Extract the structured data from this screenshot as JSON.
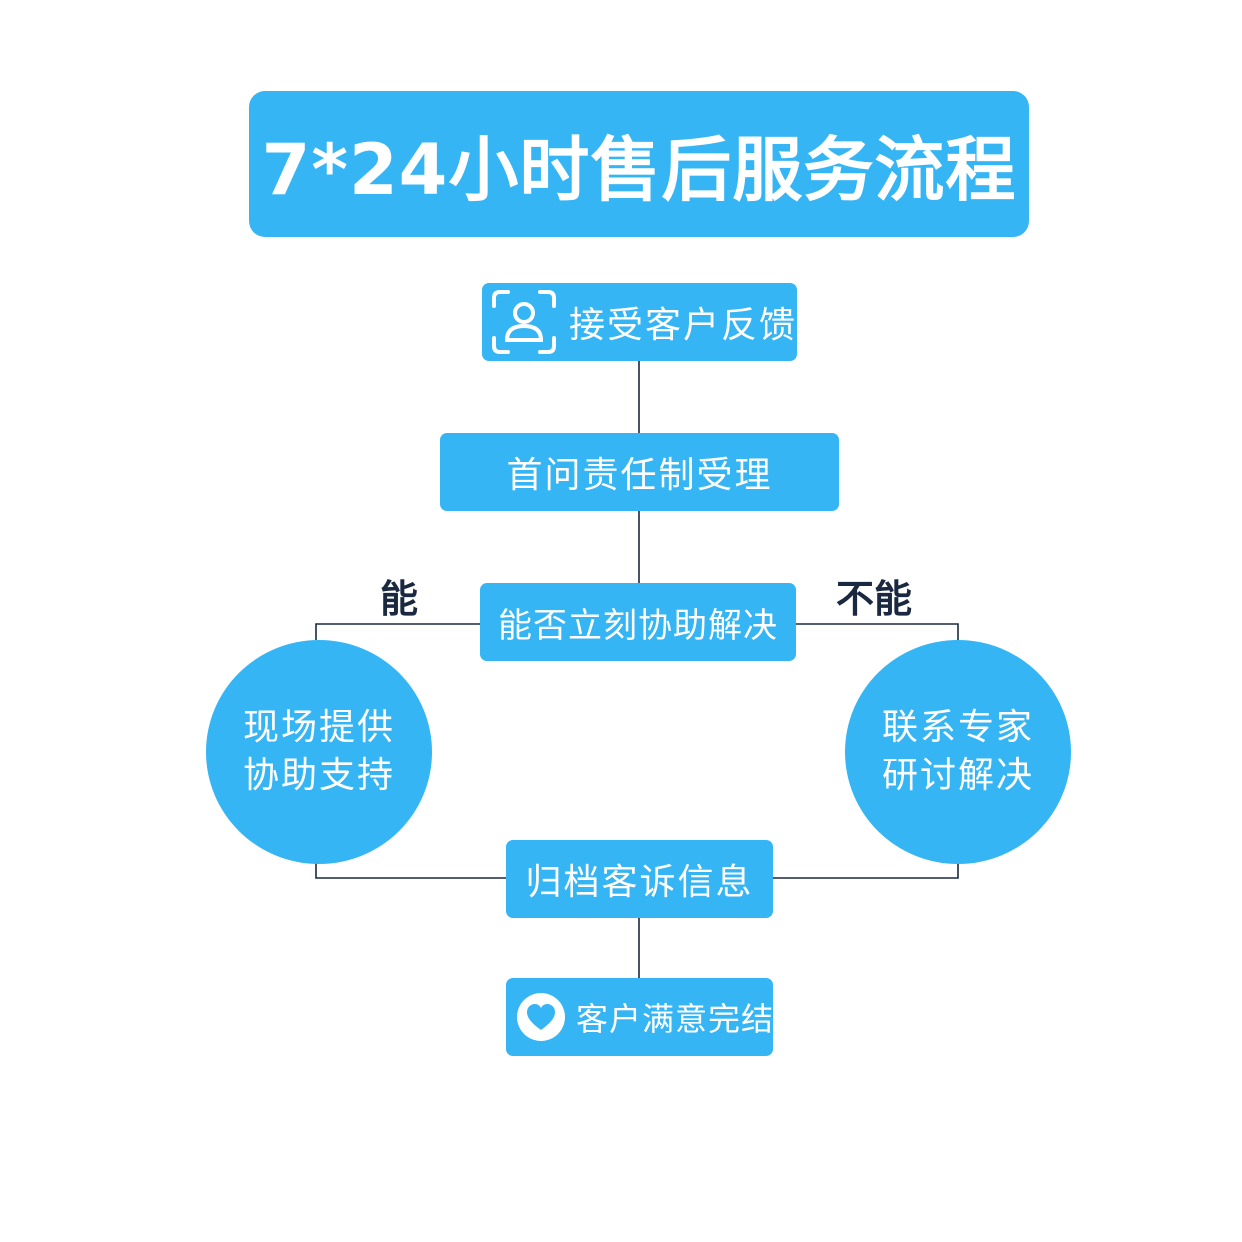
{
  "title": "7*24小时售后服务流程",
  "steps": {
    "receive": "接受客户反馈",
    "first_contact": "首问责任制受理",
    "decision": "能否立刻协助解决",
    "archive": "归档客诉信息",
    "complete": "客户满意完结"
  },
  "branches": {
    "yes_label": "能",
    "no_label": "不能",
    "yes_action": [
      "现场提供",
      "协助支持"
    ],
    "no_action": [
      "联系专家",
      "研讨解决"
    ]
  },
  "icons": {
    "receive": "user-scan-icon",
    "complete": "heart-icon"
  },
  "colors": {
    "accent": "#36b5f5",
    "line": "#1a2940",
    "text": "#ffffff"
  }
}
